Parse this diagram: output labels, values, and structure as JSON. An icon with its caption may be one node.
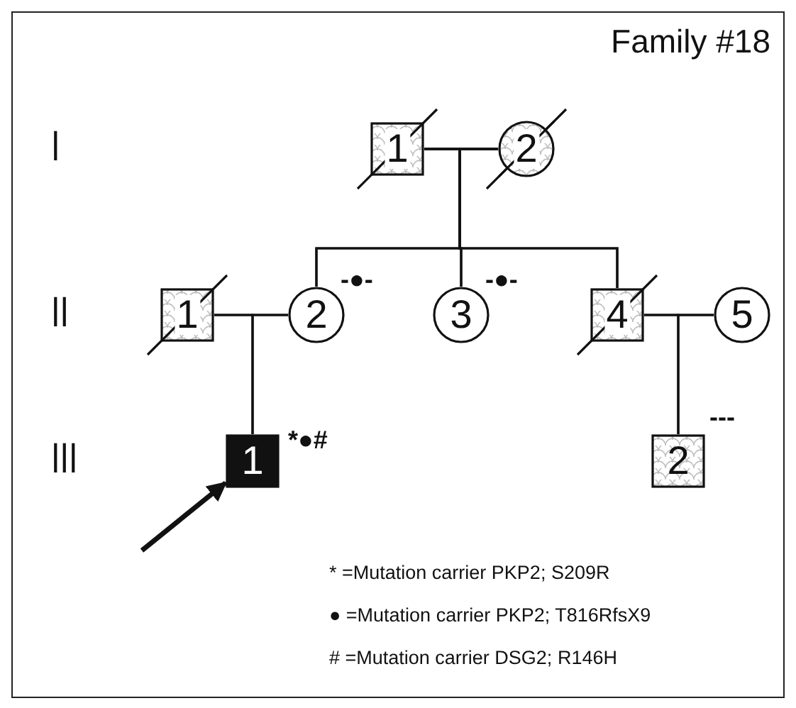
{
  "diagram": {
    "title": "Family #18",
    "nodes": [
      {
        "text": [
          "1"
        ]
      },
      {
        "text": [
          "2"
        ]
      },
      {
        "text": [
          "1"
        ]
      },
      {
        "text": [
          "2"
        ],
        "beside": [
          "-●-"
        ]
      },
      {
        "text": [
          "3"
        ],
        "beside": [
          "-●-"
        ]
      },
      {
        "text": [
          "4"
        ]
      },
      {
        "text": [
          "5"
        ]
      },
      {
        "text": [
          "1"
        ],
        "beside": [
          "*●#"
        ]
      },
      {
        "text": [
          "2"
        ],
        "beside": [
          "---"
        ]
      }
    ],
    "edges": [
      {
        "from": 0,
        "to": 1,
        "arrow": "none"
      },
      {
        "from": 0,
        "to": 3,
        "arrow": "none"
      },
      {
        "from": 0,
        "to": 4,
        "arrow": "none"
      },
      {
        "from": 0,
        "to": 5,
        "arrow": "none"
      },
      {
        "from": 1,
        "to": 3,
        "arrow": "none"
      },
      {
        "from": 1,
        "to": 4,
        "arrow": "none"
      },
      {
        "from": 1,
        "to": 5,
        "arrow": "none"
      },
      {
        "from": 2,
        "to": 3,
        "arrow": "none"
      },
      {
        "from": 2,
        "to": 7,
        "arrow": "none"
      },
      {
        "from": 3,
        "to": 7,
        "arrow": "none"
      },
      {
        "from": 5,
        "to": 6,
        "arrow": "none"
      },
      {
        "from": 5,
        "to": 8,
        "arrow": "none"
      },
      {
        "from": 6,
        "to": 8,
        "arrow": "none"
      },
      {
        "from": null,
        "to": 7,
        "arrow": "to",
        "style": "thick"
      }
    ],
    "labels": [
      "I",
      "II",
      "III"
    ],
    "legend": [
      {
        "text": "* =Mutation carrier PKP2; S209R"
      },
      {
        "text": "● =Mutation carrier PKP2; T816RfsX9"
      },
      {
        "text": "# =Mutation carrier DSG2; R146H"
      }
    ]
  }
}
